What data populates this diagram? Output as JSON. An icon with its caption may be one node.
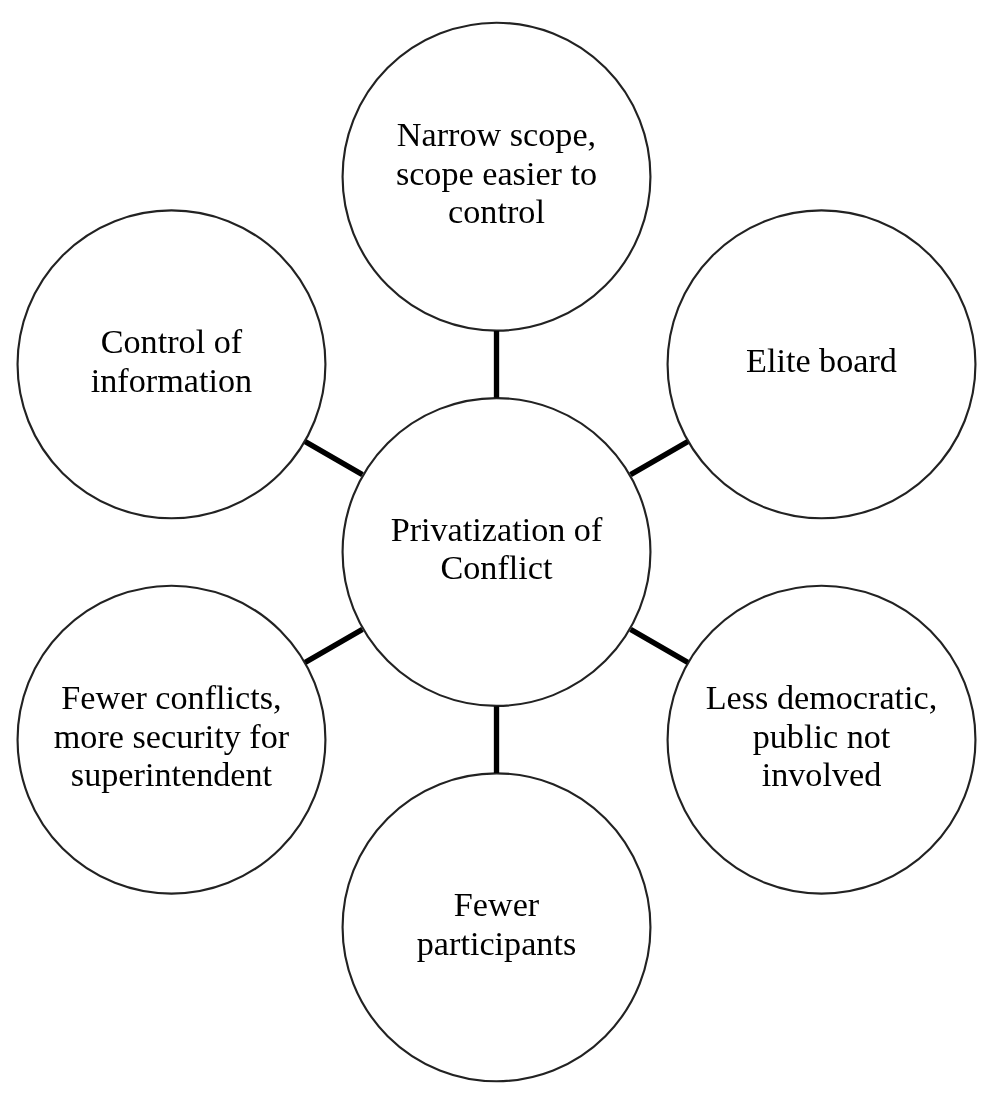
{
  "diagram": {
    "nodes": [
      {
        "text": [
          "Elite board"
        ]
      },
      {
        "text": [
          "Narrow scope, scope easier to control"
        ]
      },
      {
        "text": [
          "Control of information"
        ]
      },
      {
        "text": [
          "Privatization of Conflict"
        ]
      },
      {
        "text": [
          "Fewer conflicts, more security for superintendent"
        ]
      },
      {
        "text": [
          "Fewer participants"
        ]
      },
      {
        "text": [
          "Less democratic, public not involved"
        ]
      }
    ],
    "edges": [
      {
        "from": 3,
        "to": 0,
        "arrow": "none"
      },
      {
        "from": 3,
        "to": 1,
        "arrow": "none"
      },
      {
        "from": 3,
        "to": 2,
        "arrow": "none"
      },
      {
        "from": 3,
        "to": 4,
        "arrow": "none"
      },
      {
        "from": 3,
        "to": 5,
        "arrow": "none"
      },
      {
        "from": 3,
        "to": 6,
        "arrow": "none"
      }
    ]
  }
}
